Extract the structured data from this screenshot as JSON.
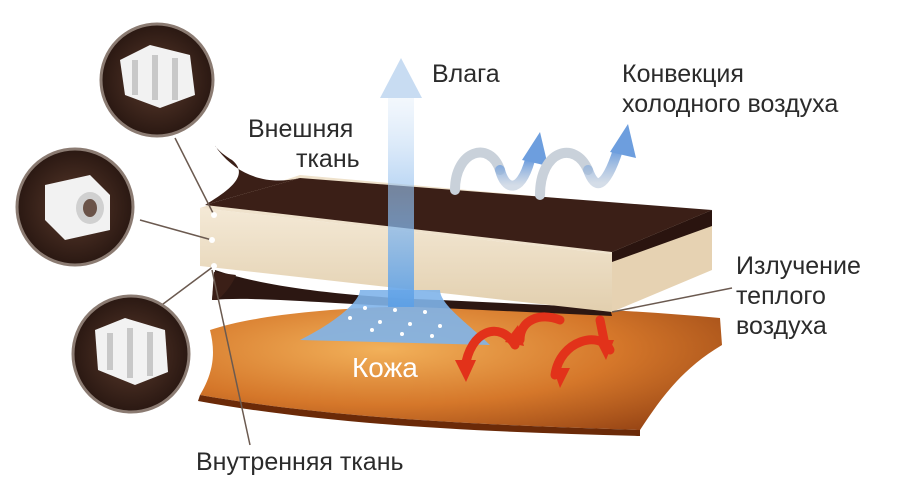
{
  "labels": {
    "moisture": "Влага",
    "convection_line1": "Конвекция",
    "convection_line2": "холодного воздуха",
    "outer_fabric_line1": "Внешняя",
    "outer_fabric_line2": "ткань",
    "radiation_line1": "Излучение",
    "radiation_line2": "теплого",
    "radiation_line3": "воздуха",
    "skin": "Кожа",
    "inner_fabric": "Внутренняя ткань"
  },
  "colors": {
    "outer_fabric": "#3b1f17",
    "insulation": "#ebdcc3",
    "skin": "#c96a1c",
    "moisture_arrow": "#3f7fd0",
    "convection_arrow": "#7aa6e0",
    "heat_arrow": "#e2321a",
    "circle_border": "#3a2a24"
  },
  "icons": [
    "fiber-profile-icon",
    "hollow-fiber-icon",
    "fiber-profile-icon"
  ]
}
